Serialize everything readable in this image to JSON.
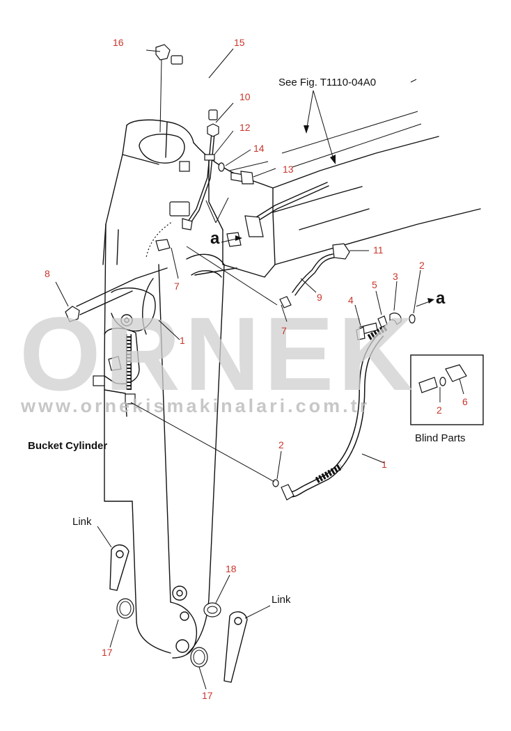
{
  "callouts": {
    "c16": "16",
    "c15": "15",
    "c10": "10",
    "c12": "12",
    "c14": "14",
    "c13": "13",
    "c8": "8",
    "c7a": "7",
    "c7b": "7",
    "c11": "11",
    "c9": "9",
    "c4": "4",
    "c5": "5",
    "c3": "3",
    "c2a": "2",
    "c1a": "1",
    "c2b": "2",
    "c6": "6",
    "c2c": "2",
    "c1b": "1",
    "c18": "18",
    "c17a": "17",
    "c17b": "17"
  },
  "labels": {
    "see_fig": "See Fig. T1110-04A0",
    "bucket_cylinder": "Bucket Cylinder",
    "blind_parts": "Blind Parts",
    "link_left": "Link",
    "link_right": "Link",
    "marker_a_left": "a",
    "marker_a_right": "a"
  },
  "watermark": {
    "brand": "ORNEK",
    "url": "www.ornekismakinalari.com.tr"
  },
  "colors": {
    "callout": "#c8352b",
    "line": "#111111",
    "watermark": "#cfcfcf"
  }
}
